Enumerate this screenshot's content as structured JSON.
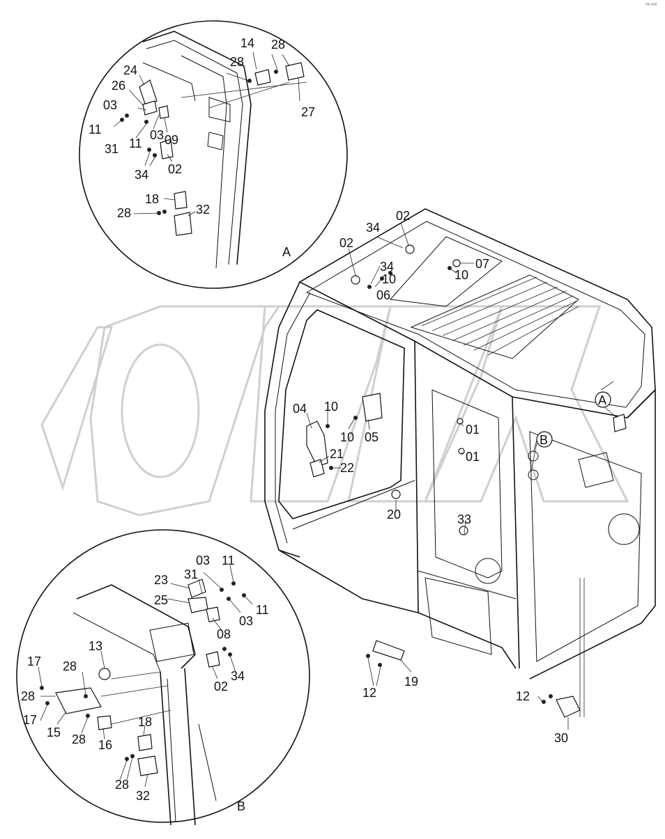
{
  "corner_mark": "ᵐᵉ ᵉᵉᵉ",
  "views": {
    "detail_a": "A",
    "detail_b": "B"
  },
  "cab_labels": [
    {
      "id": "cab-02a",
      "text": "02"
    },
    {
      "id": "cab-34",
      "text": "34"
    },
    {
      "id": "cab-02b",
      "text": "02"
    },
    {
      "id": "cab-34b",
      "text": "34"
    },
    {
      "id": "cab-10a",
      "text": "10"
    },
    {
      "id": "cab-06",
      "text": "06"
    },
    {
      "id": "cab-07",
      "text": "07"
    },
    {
      "id": "cab-10b",
      "text": "10"
    },
    {
      "id": "cab-04",
      "text": "04"
    },
    {
      "id": "cab-10c",
      "text": "10"
    },
    {
      "id": "cab-10d",
      "text": "10"
    },
    {
      "id": "cab-05",
      "text": "05"
    },
    {
      "id": "cab-01a",
      "text": "01"
    },
    {
      "id": "cab-01b",
      "text": "01"
    },
    {
      "id": "cab-21",
      "text": "21"
    },
    {
      "id": "cab-22",
      "text": "22"
    },
    {
      "id": "cab-20",
      "text": "20"
    },
    {
      "id": "cab-33",
      "text": "33"
    },
    {
      "id": "cab-12a",
      "text": "12"
    },
    {
      "id": "cab-19",
      "text": "19"
    },
    {
      "id": "cab-12b",
      "text": "12"
    },
    {
      "id": "cab-30",
      "text": "30"
    },
    {
      "id": "cab-A",
      "text": "A"
    },
    {
      "id": "cab-B",
      "text": "B"
    }
  ],
  "detail_a_labels": [
    {
      "id": "a-14",
      "text": "14"
    },
    {
      "id": "a-28a",
      "text": "28"
    },
    {
      "id": "a-28b",
      "text": "28"
    },
    {
      "id": "a-24",
      "text": "24"
    },
    {
      "id": "a-26",
      "text": "26"
    },
    {
      "id": "a-03a",
      "text": "03"
    },
    {
      "id": "a-11a",
      "text": "11"
    },
    {
      "id": "a-31",
      "text": "31"
    },
    {
      "id": "a-11b",
      "text": "11"
    },
    {
      "id": "a-03b",
      "text": "03"
    },
    {
      "id": "a-09",
      "text": "09"
    },
    {
      "id": "a-27",
      "text": "27"
    },
    {
      "id": "a-34",
      "text": "34"
    },
    {
      "id": "a-02",
      "text": "02"
    },
    {
      "id": "a-18",
      "text": "18"
    },
    {
      "id": "a-28c",
      "text": "28"
    },
    {
      "id": "a-32",
      "text": "32"
    }
  ],
  "detail_b_labels": [
    {
      "id": "b-03a",
      "text": "03"
    },
    {
      "id": "b-11a",
      "text": "11"
    },
    {
      "id": "b-23",
      "text": "23"
    },
    {
      "id": "b-31",
      "text": "31"
    },
    {
      "id": "b-25",
      "text": "25"
    },
    {
      "id": "b-08",
      "text": "08"
    },
    {
      "id": "b-03b",
      "text": "03"
    },
    {
      "id": "b-11b",
      "text": "11"
    },
    {
      "id": "b-13",
      "text": "13"
    },
    {
      "id": "b-17a",
      "text": "17"
    },
    {
      "id": "b-28a",
      "text": "28"
    },
    {
      "id": "b-28b",
      "text": "28"
    },
    {
      "id": "b-17b",
      "text": "17"
    },
    {
      "id": "b-15",
      "text": "15"
    },
    {
      "id": "b-28c",
      "text": "28"
    },
    {
      "id": "b-16",
      "text": "16"
    },
    {
      "id": "b-02",
      "text": "02"
    },
    {
      "id": "b-34",
      "text": "34"
    },
    {
      "id": "b-18",
      "text": "18"
    },
    {
      "id": "b-28d",
      "text": "28"
    },
    {
      "id": "b-32",
      "text": "32"
    }
  ]
}
